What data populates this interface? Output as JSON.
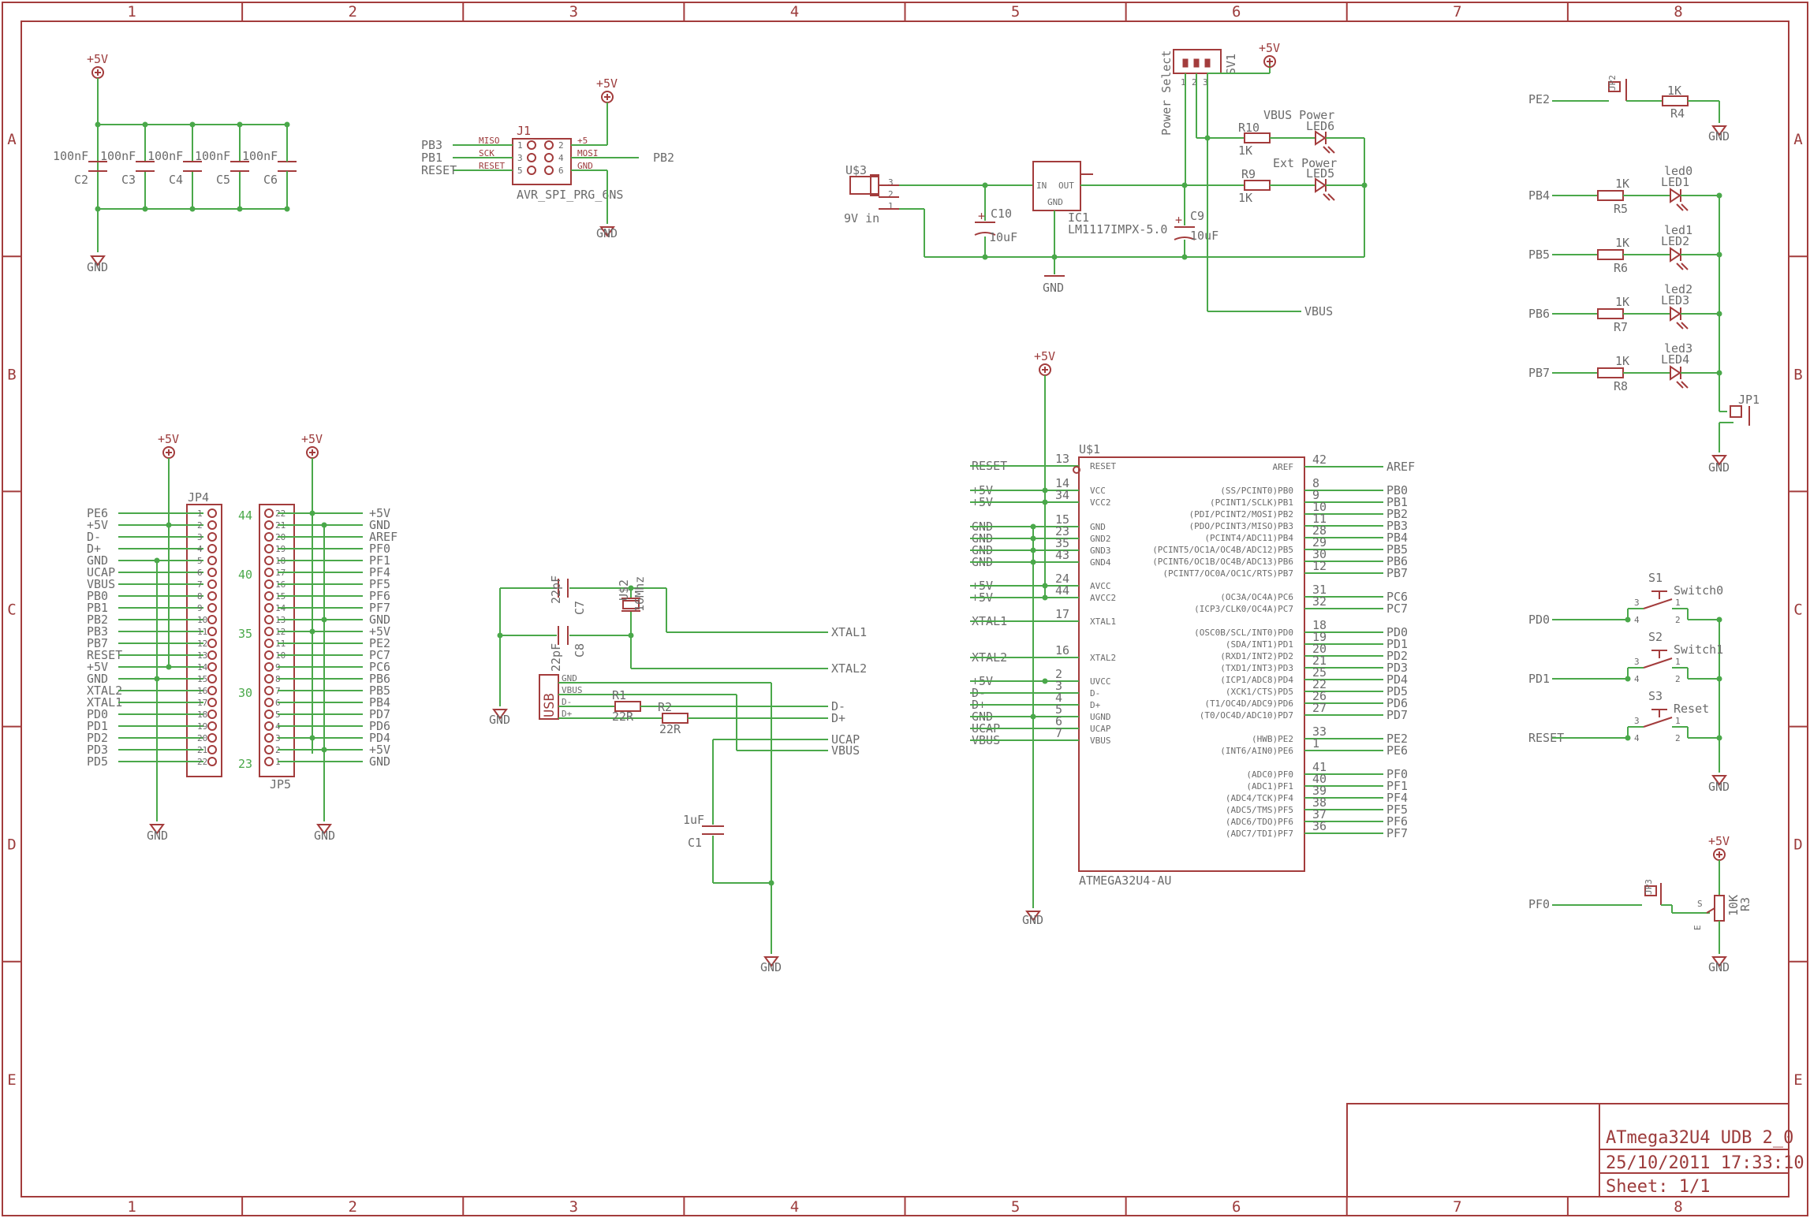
{
  "title_block": {
    "title": "ATmega32U4  UDB 2_0",
    "datetime": "25/10/2011 17:33:10",
    "sheet": "Sheet: 1/1"
  },
  "frame": {
    "columns": [
      "1",
      "2",
      "3",
      "4",
      "5",
      "6",
      "7",
      "8"
    ],
    "rows": [
      "A",
      "B",
      "C",
      "D",
      "E"
    ]
  },
  "decoupling": {
    "supply": "+5V",
    "ground": "GND",
    "caps": [
      {
        "ref": "C2",
        "value": "100nF"
      },
      {
        "ref": "C3",
        "value": "100nF"
      },
      {
        "ref": "C4",
        "value": "100nF"
      },
      {
        "ref": "C5",
        "value": "100nF"
      },
      {
        "ref": "C6",
        "value": "100nF"
      }
    ]
  },
  "isp": {
    "ref": "J1",
    "package": "AVR_SPI_PRG_6NS",
    "supply": "+5V",
    "ground": "GND",
    "left_nets": [
      "PB3",
      "PB1",
      "RESET"
    ],
    "left_pins": [
      "MISO",
      "SCK",
      "RESET"
    ],
    "left_nums": [
      "1",
      "3",
      "5"
    ],
    "right_nums": [
      "2",
      "4",
      "6"
    ],
    "right_pins": [
      "+5",
      "MOSI",
      "GND"
    ],
    "right_net": "PB2"
  },
  "power": {
    "jack": "U$3",
    "jack_label": "9V in",
    "jack_pins": [
      "3",
      "2",
      "1"
    ],
    "regulator_ref": "IC1",
    "regulator_part": "LM1117IMPX-5.0",
    "reg_in": "IN",
    "reg_out": "OUT",
    "reg_gnd": "GND",
    "c10_ref": "C10",
    "c10_value": "10uF",
    "c9_ref": "C9",
    "c9_value": "10uF",
    "gnd": "GND",
    "selector_ref": "SV1",
    "selector_label": "Power Select",
    "selector_pins": [
      "1",
      "2",
      "3"
    ],
    "selector_supply": "+5V",
    "r10_ref": "R10",
    "r10_value": "1K",
    "r9_ref": "R9",
    "r9_value": "1K",
    "led6_name": "VBUS Power",
    "led6_ref": "LED6",
    "led5_name": "Ext Power",
    "led5_ref": "LED5",
    "vbus_net": "VBUS"
  },
  "leds": {
    "jp2_ref": "JP2",
    "pe2_net": "PE2",
    "r4_ref": "R4",
    "r4_value": "1K",
    "gnd": "GND",
    "jp1_ref": "JP1",
    "items": [
      {
        "net": "PB4",
        "rref": "R5",
        "rval": "1K",
        "name": "led0",
        "ref": "LED1"
      },
      {
        "net": "PB5",
        "rref": "R6",
        "rval": "1K",
        "name": "led1",
        "ref": "LED2"
      },
      {
        "net": "PB6",
        "rref": "R7",
        "rval": "1K",
        "name": "led2",
        "ref": "LED3"
      },
      {
        "net": "PB7",
        "rref": "R8",
        "rval": "1K",
        "name": "led3",
        "ref": "LED4"
      }
    ]
  },
  "headers": {
    "jp4_ref": "JP4",
    "jp5_ref": "JP5",
    "supply": "+5V",
    "gnd": "GND",
    "jp4_nets": [
      "PE6",
      "+5V",
      "D-",
      "D+",
      "GND",
      "UCAP",
      "VBUS",
      "PB0",
      "PB1",
      "PB2",
      "PB3",
      "PB7",
      "RESET",
      "+5V",
      "GND",
      "XTAL2",
      "XTAL1",
      "PD0",
      "PD1",
      "PD2",
      "PD3",
      "PD5"
    ],
    "jp5_nums": [
      "22",
      "21",
      "20",
      "19",
      "18",
      "17",
      "16",
      "15",
      "14",
      "13",
      "12",
      "11",
      "10",
      "9",
      "8",
      "7",
      "6",
      "5",
      "4",
      "3",
      "2",
      "1"
    ],
    "jp5_nets": [
      "+5V",
      "GND",
      "AREF",
      "PF0",
      "PF1",
      "PF4",
      "PF5",
      "PF6",
      "PF7",
      "GND",
      "+5V",
      "PE2",
      "PC7",
      "PC6",
      "PB6",
      "PB5",
      "PB4",
      "PD7",
      "PD6",
      "PD4",
      "+5V",
      "GND"
    ],
    "pin_marks": [
      "44",
      "40",
      "35",
      "30",
      "23"
    ]
  },
  "crystal": {
    "ref": "U$2",
    "value": "16Mhz",
    "c7_ref": "C7",
    "c7_value": "22pF",
    "c8_ref": "C8",
    "c8_value": "22pF",
    "xtal1": "XTAL1",
    "xtal2": "XTAL2",
    "gnd": "GND"
  },
  "usb": {
    "label": "USB",
    "pins": [
      "GND",
      "VBUS",
      "D-",
      "D+"
    ],
    "r1_ref": "R1",
    "r1_value": "22R",
    "r2_ref": "R2",
    "r2_value": "22R",
    "nets": [
      "D-",
      "D+",
      "UCAP",
      "VBUS"
    ],
    "c1_ref": "C1",
    "c1_value": "1uF",
    "gnd": "GND"
  },
  "mcu": {
    "ref": "U$1",
    "part": "ATMEGA32U4-AU",
    "supply": "+5V",
    "gnd": "GND",
    "left_pins": [
      {
        "net": "RESET",
        "num": "13",
        "name": "RESET"
      },
      {
        "net": "+5V",
        "num": "14",
        "name": "VCC"
      },
      {
        "net": "+5V",
        "num": "34",
        "name": "VCC2"
      },
      {
        "net": "GND",
        "num": "15",
        "name": "GND"
      },
      {
        "net": "GND",
        "num": "23",
        "name": "GND2"
      },
      {
        "net": "GND",
        "num": "35",
        "name": "GND3"
      },
      {
        "net": "GND",
        "num": "43",
        "name": "GND4"
      },
      {
        "net": "+5V",
        "num": "24",
        "name": "AVCC"
      },
      {
        "net": "+5V",
        "num": "44",
        "name": "AVCC2"
      },
      {
        "net": "XTAL1",
        "num": "17",
        "name": "XTAL1"
      },
      {
        "net": "XTAL2",
        "num": "16",
        "name": "XTAL2"
      },
      {
        "net": "+5V",
        "num": "2",
        "name": "UVCC"
      },
      {
        "net": "D-",
        "num": "3",
        "name": "D-"
      },
      {
        "net": "D+",
        "num": "4",
        "name": "D+"
      },
      {
        "net": "GND",
        "num": "5",
        "name": "UGND"
      },
      {
        "net": "UCAP",
        "num": "6",
        "name": "UCAP"
      },
      {
        "net": "VBUS",
        "num": "7",
        "name": "VBUS"
      }
    ],
    "right_pins": [
      {
        "name": "AREF",
        "num": "42",
        "net": "AREF"
      },
      {
        "name": "(SS/PCINT0)PB0",
        "num": "8",
        "net": "PB0"
      },
      {
        "name": "(PCINT1/SCLK)PB1",
        "num": "9",
        "net": "PB1"
      },
      {
        "name": "(PDI/PCINT2/MOSI)PB2",
        "num": "10",
        "net": "PB2"
      },
      {
        "name": "(PDO/PCINT3/MISO)PB3",
        "num": "11",
        "net": "PB3"
      },
      {
        "name": "(PCINT4/ADC11)PB4",
        "num": "28",
        "net": "PB4"
      },
      {
        "name": "(PCINT5/OC1A/OC4B/ADC12)PB5",
        "num": "29",
        "net": "PB5"
      },
      {
        "name": "(PCINT6/OC1B/OC4B/ADC13)PB6",
        "num": "30",
        "net": "PB6"
      },
      {
        "name": "(PCINT7/OC0A/OC1C/RTS)PB7",
        "num": "12",
        "net": "PB7"
      },
      {
        "name": "(OC3A/OC4A)PC6",
        "num": "31",
        "net": "PC6"
      },
      {
        "name": "(ICP3/CLK0/OC4A)PC7",
        "num": "32",
        "net": "PC7"
      },
      {
        "name": "(OSC0B/SCL/INT0)PD0",
        "num": "18",
        "net": "PD0"
      },
      {
        "name": "(SDA/INT1)PD1",
        "num": "19",
        "net": "PD1"
      },
      {
        "name": "(RXD1/INT2)PD2",
        "num": "20",
        "net": "PD2"
      },
      {
        "name": "(TXD1/INT3)PD3",
        "num": "21",
        "net": "PD3"
      },
      {
        "name": "(ICP1/ADC8)PD4",
        "num": "25",
        "net": "PD4"
      },
      {
        "name": "(XCK1/CTS)PD5",
        "num": "22",
        "net": "PD5"
      },
      {
        "name": "(T1/OC4D/ADC9)PD6",
        "num": "26",
        "net": "PD6"
      },
      {
        "name": "(T0/OC4D/ADC10)PD7",
        "num": "27",
        "net": "PD7"
      },
      {
        "name": "(HWB)PE2",
        "num": "33",
        "net": "PE2"
      },
      {
        "name": "(INT6/AIN0)PE6",
        "num": "1",
        "net": "PE6"
      },
      {
        "name": "(ADC0)PF0",
        "num": "41",
        "net": "PF0"
      },
      {
        "name": "(ADC1)PF1",
        "num": "40",
        "net": "PF1"
      },
      {
        "name": "(ADC4/TCK)PF4",
        "num": "39",
        "net": "PF4"
      },
      {
        "name": "(ADC5/TMS)PF5",
        "num": "38",
        "net": "PF5"
      },
      {
        "name": "(ADC6/TDO)PF6",
        "num": "37",
        "net": "PF6"
      },
      {
        "name": "(ADC7/TDI)PF7",
        "num": "36",
        "net": "PF7"
      }
    ]
  },
  "switches": {
    "gnd": "GND",
    "pin_nums": [
      "3",
      "1",
      "4",
      "2"
    ],
    "items": [
      {
        "net": "PD0",
        "ref": "S1",
        "name": "Switch0"
      },
      {
        "net": "PD1",
        "ref": "S2",
        "name": "Switch1"
      },
      {
        "net": "RESET",
        "ref": "S3",
        "name": "Reset"
      }
    ]
  },
  "pot": {
    "jp3_ref": "JP3",
    "net": "PF0",
    "ref": "R3",
    "value": "10K",
    "supply": "+5V",
    "gnd": "GND",
    "pin_s": "S",
    "pin_e": "E"
  }
}
